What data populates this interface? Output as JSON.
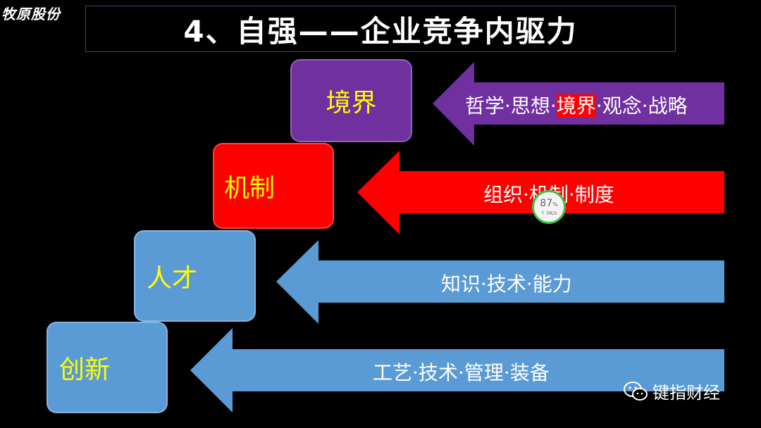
{
  "corner_logo": "牧原股份",
  "title": "4、自强——企业竞争内驱力",
  "levels": [
    {
      "label": "境界",
      "box_color": "#7030a0",
      "arrow_color": "#7030a0",
      "arrow_text_parts": [
        "哲学·思想·",
        "境界",
        "·观念·战略"
      ]
    },
    {
      "label": "机制",
      "box_color": "#ff0000",
      "arrow_color": "#ff0000",
      "arrow_text": "组织·机制·制度"
    },
    {
      "label": "人才",
      "box_color": "#5b9bd5",
      "arrow_color": "#5b9bd5",
      "arrow_text": "知识·技术·能力"
    },
    {
      "label": "创新",
      "box_color": "#5b9bd5",
      "arrow_color": "#5b9bd5",
      "arrow_text": "工艺·技术·管理·装备"
    }
  ],
  "overlay_badge": {
    "percent": "87",
    "percent_unit": "%",
    "speed": "0K/s"
  },
  "watermark": {
    "icon": "wechat-icon",
    "text": "键指财经"
  }
}
